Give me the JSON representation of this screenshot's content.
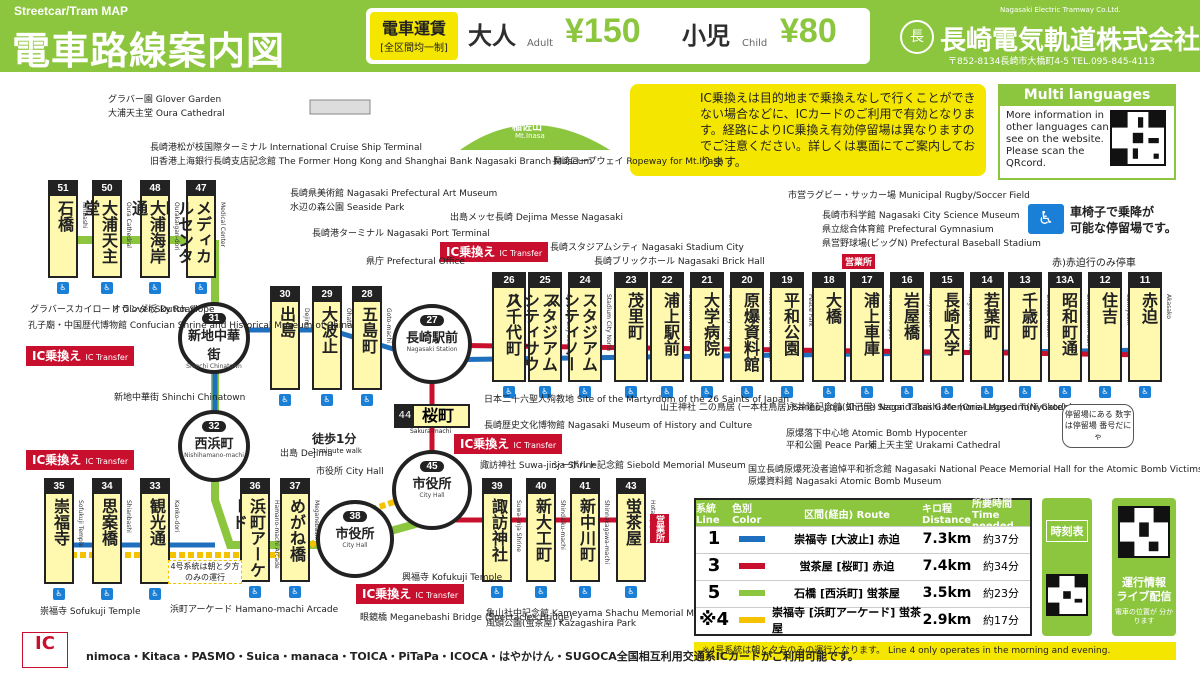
{
  "header": {
    "subtitle": "Streetcar/Tram MAP",
    "title": "電車路線案内図",
    "fare_label": "電車運賃",
    "fare_sub": "[全区間均一制]",
    "adult_label": "大人",
    "adult_en": "Adult",
    "adult_fare": "¥150",
    "child_label": "小児",
    "child_en": "Child",
    "child_fare": "¥80",
    "company_en": "Nagasaki Electric Tramway Co.Ltd.",
    "company_logo": "長",
    "company_name": "長崎電気軌道株式会社",
    "company_addr": "〒852-8134長崎市大橋町4-5 TEL.095-845-4113"
  },
  "ic_note": "IC乗換えは目的地まで乗換えなしで行くことができない場合などに、ICカードのご利用で有効となります。経路によりIC乗換え有効停留場は異なりますのでご注意ください。詳しくは裏面にてご案内しております。",
  "multi": {
    "title": "Multi languages",
    "text": "More information in other languages can see on the website. Please scan the QRcord."
  },
  "wheelchair": {
    "icon": "wheelchair-icon",
    "text1": "車椅子で乗降が",
    "text2": "可能な停留場です。",
    "red_note": "赤)赤迫行のみ停車"
  },
  "mountain": {
    "name": "稲佐山",
    "en": "Mt.Inasa"
  },
  "top_stops": [
    {
      "num": "26",
      "name": "八千代町",
      "rom": "Yachiyo-machi"
    },
    {
      "num": "25",
      "name": "スタジアムシティサウス",
      "rom": "Stadium City South"
    },
    {
      "num": "24",
      "name": "スタジアムシティノース",
      "rom": "Stadium City North"
    },
    {
      "num": "23",
      "name": "茂里町",
      "rom": "Mori-machi"
    },
    {
      "num": "22",
      "name": "浦上駅前",
      "rom": "Urakami Station"
    },
    {
      "num": "21",
      "name": "大学病院",
      "rom": "University Hospital"
    },
    {
      "num": "20",
      "name": "原爆資料館",
      "rom": "Atomic Bomb Museum"
    },
    {
      "num": "19",
      "name": "平和公園",
      "rom": "Peace Park"
    },
    {
      "num": "18",
      "name": "大橋",
      "rom": "Ohashi"
    },
    {
      "num": "17",
      "name": "浦上車庫",
      "rom": "Urakami Depot"
    },
    {
      "num": "16",
      "name": "岩屋橋",
      "rom": "Iwayabashi"
    },
    {
      "num": "15",
      "name": "長崎大学",
      "rom": "Nagasaki University"
    },
    {
      "num": "14",
      "name": "若葉町",
      "rom": "Wakaba-machi"
    },
    {
      "num": "13",
      "name": "千歳町",
      "rom": "Chitose-machi"
    },
    {
      "num": "13A",
      "name": "昭和町通",
      "rom": "Showamachi-dori"
    },
    {
      "num": "12",
      "name": "住吉",
      "rom": "Sumiyoshi"
    },
    {
      "num": "11",
      "name": "赤迫",
      "rom": "Akasako"
    }
  ],
  "left_stops": [
    {
      "num": "51",
      "name": "石橋",
      "rom": "Ishibashi"
    },
    {
      "num": "50",
      "name": "大浦天主堂",
      "rom": "Oura Cathedral"
    },
    {
      "num": "48",
      "name": "大浦海岸通",
      "rom": "Ourakaigan-dori"
    },
    {
      "num": "47",
      "name": "メディカルセンター",
      "rom": "Medical Center"
    },
    {
      "num": "30",
      "name": "出島",
      "rom": "Dejima"
    },
    {
      "num": "29",
      "name": "大波止",
      "rom": "Ohato"
    },
    {
      "num": "28",
      "name": "五島町",
      "rom": "Goto-machi"
    }
  ],
  "bottom_stops": [
    {
      "num": "35",
      "name": "崇福寺",
      "rom": "Sofukuji Temple"
    },
    {
      "num": "34",
      "name": "思案橋",
      "rom": "Shianbashi"
    },
    {
      "num": "33",
      "name": "観光通",
      "rom": "Kanko-dori"
    },
    {
      "num": "36",
      "name": "浜町アーケード",
      "rom": "Hamano-machi Arcade"
    },
    {
      "num": "37",
      "name": "めがね橋",
      "rom": "Meganebashi"
    },
    {
      "num": "39",
      "name": "諏訪神社",
      "rom": "Suwa-jinja Shrine"
    },
    {
      "num": "40",
      "name": "新大工町",
      "rom": "Shindaiku-machi"
    },
    {
      "num": "41",
      "name": "新中川町",
      "rom": "Shinnakagawa-machi"
    },
    {
      "num": "43",
      "name": "蛍茶屋",
      "rom": "Hotarujaya"
    }
  ],
  "hubs": [
    {
      "num": "31",
      "name": "新地中華街",
      "rom": "Shinchi Chinatown"
    },
    {
      "num": "32",
      "name": "西浜町",
      "rom": "Nishihamano-machi"
    },
    {
      "num": "27",
      "name": "長崎駅前",
      "rom": "Nagasaki Station"
    },
    {
      "num": "45",
      "name": "市役所",
      "rom": "City Hall"
    },
    {
      "num": "38",
      "name": "市役所",
      "rom": "City Hall"
    }
  ],
  "sakuramachi": {
    "num": "44",
    "name": "桜町",
    "rom": "Sakura-machi"
  },
  "ic_transfer": {
    "jp": "IC乗換え",
    "en": "IC Transfer"
  },
  "walk": {
    "jp": "徒歩1分",
    "en": "1-minute walk"
  },
  "eigyo": "営業所",
  "landmarks": [
    "グラバー園 Glover Garden",
    "大浦天主堂 Oura Cathedral",
    "長崎港松が枝国際ターミナル International Cruise Ship Terminal",
    "旧香港上海銀行長崎支店記念館 The Former Hong Kong and Shanghai Bank Nagasaki Branch Museum",
    "長崎県美術館 Nagasaki Prefectural Art Museum",
    "水辺の森公園 Seaside Park",
    "長崎港ターミナル Nagasaki Port Terminal",
    "県庁 Prefectural Office",
    "出島メッセ長崎 Dejima Messe Nagasaki",
    "長崎ロープウェイ Ropeway for Mt.Inasa",
    "長崎スタジアムシティ Nagasaki Stadium City",
    "長崎ブリックホール Nagasaki Brick Hall",
    "市営ラグビー・サッカー場 Municipal Rugby/Soccer Field",
    "長崎市科学館 Nagasaki City Science Museum",
    "県立総合体育館 Prefectural Gymnasium",
    "県営野球場(ビッグN) Prefectural Baseball Stadium",
    "グラバースカイロード Glover Sky Road",
    "オランダ坂 Dutch Slope",
    "孔子廟・中国歴代博物館 Confucian Shrine and Historical Museum of China",
    "新地中華街 Shinchi Chinatown",
    "日本二十六聖人殉教地 Site of the Martyrdom of the 26 Saints of Japan",
    "長崎歴史文化博物館 Nagasaki Museum of History and Culture",
    "山王神社 二の鳥居 (一本柱鳥居) Sanno-jinja Shrine Second Torii Gate (One-Legged Torii Gate)",
    "永井隆記念館(如己堂) Nagai Takashi Memorial Museum(Nyokodo)",
    "原爆落下中心地 Atomic Bomb Hypocenter",
    "平和公園 Peace Park",
    "浦上天主堂 Urakami Cathedral",
    "国立長崎原爆死没者追悼平和祈念館 Nagasaki National Peace Memorial Hall for the Atomic Bomb Victims",
    "原爆資料館 Nagasaki Atomic Bomb Museum",
    "出島 Dejima",
    "市役所 City Hall",
    "諏訪神社 Suwa-jinja Shrine",
    "シーボルト記念館 Siebold Memorial Museum",
    "興福寺 Kofukuji Temple",
    "眼鏡橋 Meganebashi Bridge (Spectacles Bridge)",
    "崇福寺 Sofukuji Temple",
    "浜町アーケード Hamano-machi Arcade",
    "亀山社中記念館 Kameyama Shachu Memorial Museum",
    "風頭公園(蛍茶屋) Kazagashira Park"
  ],
  "route_table": {
    "headers": [
      "系統 Line",
      "色別 Color",
      "区間(経由) Route",
      "キロ程 Distance",
      "所要時間 Time needed"
    ],
    "rows": [
      {
        "line": "1",
        "color": "#1f6fbf",
        "route": "崇福寺 [大波止] 赤迫",
        "dist": "7.3km",
        "time": "約37分"
      },
      {
        "line": "3",
        "color": "#c8102e",
        "route": "蛍茶屋 [桜町] 赤迫",
        "dist": "7.4km",
        "time": "約34分"
      },
      {
        "line": "5",
        "color": "#8cc63f",
        "route": "石橋 [西浜町] 蛍茶屋",
        "dist": "3.5km",
        "time": "約23分"
      },
      {
        "line": "※4",
        "color": "#f5c200",
        "route": "崇福寺 [浜町アーケード] 蛍茶屋",
        "dist": "2.9km",
        "time": "約17分"
      }
    ]
  },
  "timetable": "時刻表",
  "live": {
    "title": "運行情報 ライブ配信",
    "sub": "電車の位置が 分かります"
  },
  "note4": "※4号系統は朝と夕方のみの運行となります。 Line 4 only operates in the morning and evening.",
  "line4_note": "4号系統は朝と夕方のみの運行",
  "ic_cards": "nimoca・Kitaca・PASMO・Suica・manaca・TOICA・PiTaPa・ICOCA・はやかけん・SUGOCA全国相互利用交通系ICカードがご利用可能です。",
  "ic_logo": "IC",
  "bubble": "停留場にある 数字は停留場 番号だにゃ"
}
